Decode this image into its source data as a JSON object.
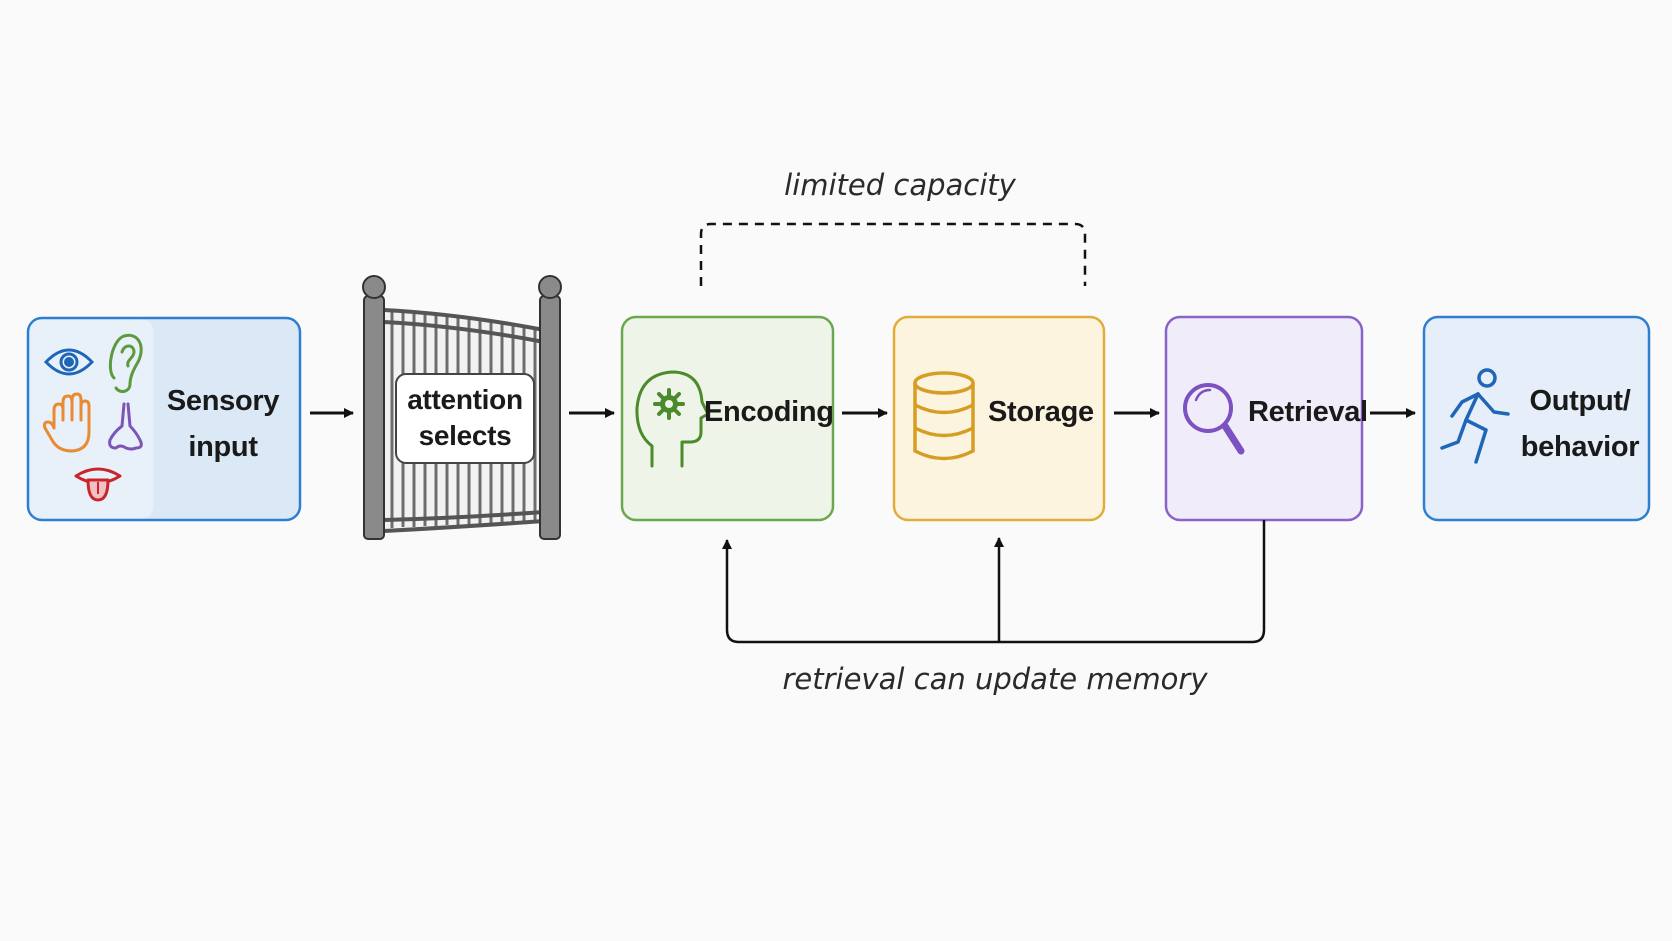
{
  "annotations": {
    "capacity_note": "limited capacity",
    "feedback_note": "retrieval can update memory"
  },
  "stages": {
    "sensory": {
      "line1": "Sensory",
      "line2": "input",
      "icons": [
        "eye-icon",
        "ear-icon",
        "hand-icon",
        "nose-icon",
        "tongue-icon"
      ]
    },
    "attention": {
      "line1": "attention",
      "line2": "selects",
      "icon": "gate-icon"
    },
    "encoding": {
      "label": "Encoding",
      "icon": "head-gear-icon"
    },
    "storage": {
      "label": "Storage",
      "icon": "database-icon"
    },
    "retrieval": {
      "label": "Retrieval",
      "icon": "magnifier-icon"
    },
    "output": {
      "line1": "Output/",
      "line2": "behavior",
      "icon": "running-person-icon"
    }
  },
  "colors": {
    "sensory_border": "#2f7fd0",
    "sensory_fill": "#dbe8f6",
    "encoding_border": "#6aa84f",
    "encoding_fill": "#eef4e7",
    "storage_border": "#e0ad3a",
    "storage_fill": "#fcf4df",
    "retrieval_border": "#8a63c9",
    "retrieval_fill": "#f1ecfa",
    "output_border": "#2f7fd0",
    "output_fill": "#e6eef9",
    "arrow": "#111111"
  }
}
